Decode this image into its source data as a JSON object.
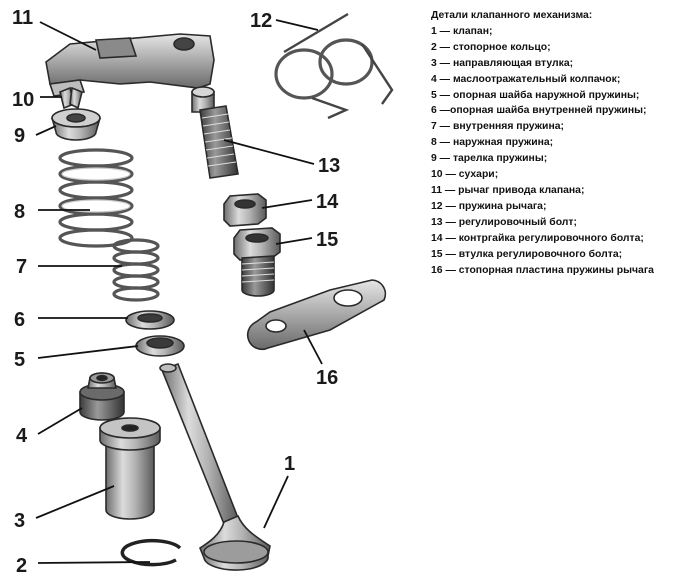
{
  "legend": {
    "title": "Детали клапанного механизма:",
    "items": [
      "1 — клапан;",
      "2 — стопорное кольцо;",
      "3 — направляющая втулка;",
      "4 — маслоотражательный колпачок;",
      "5 — опорная шайба наружной пружины;",
      "6 —опорная шайба внутренней пружины;",
      "7 — внутренняя пружина;",
      "8 — наружная пружина;",
      "9 — тарелка пружины;",
      "10 — сухари;",
      "11 — рычаг привода клапана;",
      "12 — пружина рычага;",
      "13 — регулировочный болт;",
      "14 — контргайка регулировочного болта;",
      "15 — втулка регулировочного болта;",
      "16 — стопорная пластина пружины рычага"
    ]
  },
  "callouts": {
    "n1": "1",
    "n2": "2",
    "n3": "3",
    "n4": "4",
    "n5": "5",
    "n6": "6",
    "n7": "7",
    "n8": "8",
    "n9": "9",
    "n10": "10",
    "n11": "11",
    "n12": "12",
    "n13": "13",
    "n14": "14",
    "n15": "15",
    "n16": "16"
  }
}
